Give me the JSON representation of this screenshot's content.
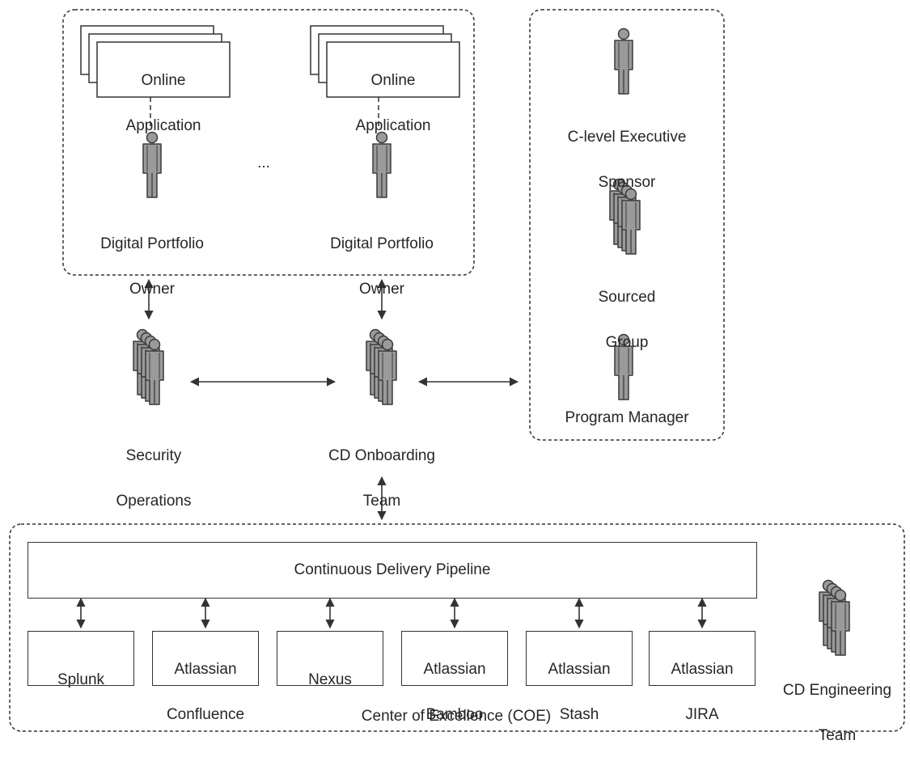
{
  "portfolio_group": {
    "app_left": {
      "line1": "Online",
      "line2": "Application"
    },
    "app_right": {
      "line1": "Online",
      "line2": "Application"
    },
    "owner_left": {
      "line1": "Digital Portfolio",
      "line2": "Owner"
    },
    "owner_right": {
      "line1": "Digital Portfolio",
      "line2": "Owner"
    },
    "ellipsis": "..."
  },
  "leadership_group": {
    "executive": {
      "line1": "C-level Executive",
      "line2": "Sponsor"
    },
    "sourced": {
      "line1": "Sourced",
      "line2": "Group"
    },
    "program_manager": "Program Manager"
  },
  "security_operations": {
    "line1": "Security",
    "line2": "Operations"
  },
  "cd_onboarding": {
    "line1": "CD Onboarding",
    "line2": "Team"
  },
  "coe": {
    "pipeline": "Continuous Delivery Pipeline",
    "tools": [
      {
        "line1": "Splunk",
        "line2": ""
      },
      {
        "line1": "Atlassian",
        "line2": "Confluence"
      },
      {
        "line1": "Nexus",
        "line2": ""
      },
      {
        "line1": "Atlassian",
        "line2": "Bamboo"
      },
      {
        "line1": "Atlassian",
        "line2": "Stash"
      },
      {
        "line1": "Atlassian",
        "line2": "JIRA"
      }
    ],
    "engineering": {
      "line1": "CD Engineering",
      "line2": "Team"
    },
    "label": "Center of Excellence (COE)"
  },
  "icons": {
    "person": "person-icon",
    "group": "group-icon",
    "arrow": "double-arrow-icon"
  },
  "colors": {
    "figure_fill": "#9a9a9a",
    "figure_stroke": "#3a3a3a",
    "line": "#333333"
  }
}
